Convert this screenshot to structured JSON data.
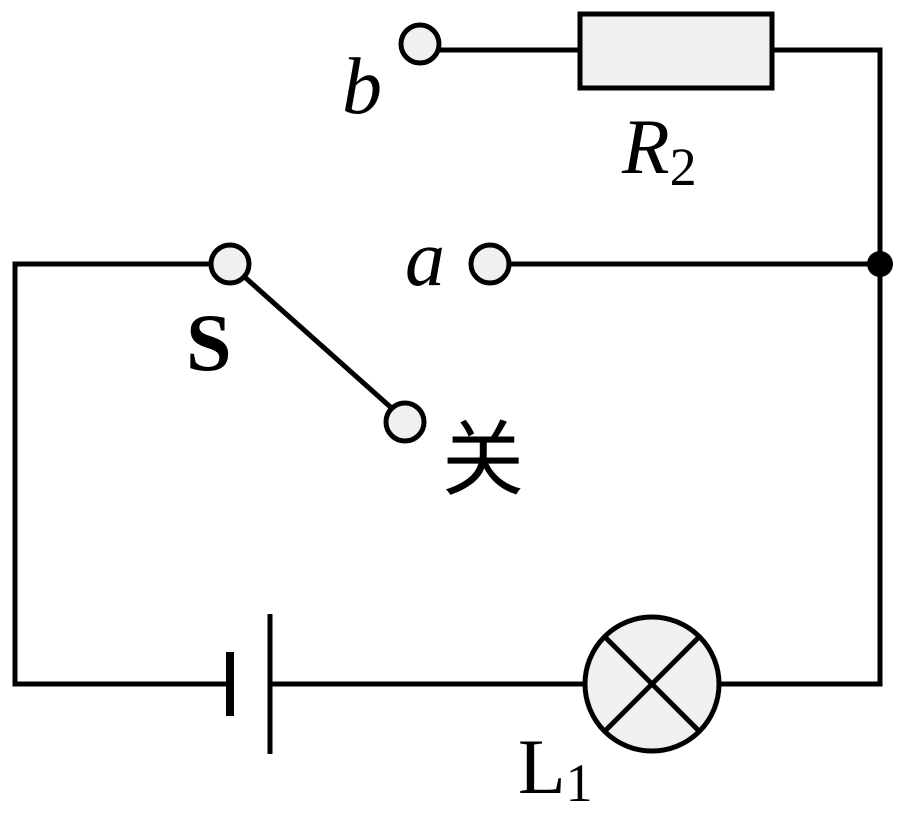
{
  "labels": {
    "terminal_b": "b",
    "terminal_a": "a",
    "resistor": {
      "main": "R",
      "sub": "2"
    },
    "switch": "S",
    "off_position": "关",
    "lamp": {
      "main": "L",
      "sub": "1"
    }
  },
  "colors": {
    "line": "#000000",
    "component_fill": "#f0f0f0",
    "background": "#ffffff"
  }
}
